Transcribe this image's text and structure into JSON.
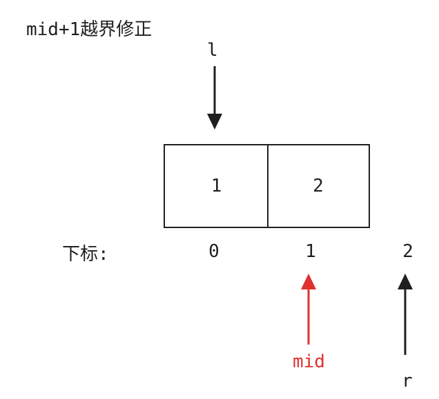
{
  "title": "mid+1越界修正",
  "pointers": {
    "l": "l",
    "mid": "mid",
    "r": "r"
  },
  "cells": [
    "1",
    "2"
  ],
  "index_label": "下标:",
  "indices": [
    "0",
    "1",
    "2"
  ],
  "colors": {
    "default": "#1f1f1f",
    "mid": "#e03030"
  }
}
